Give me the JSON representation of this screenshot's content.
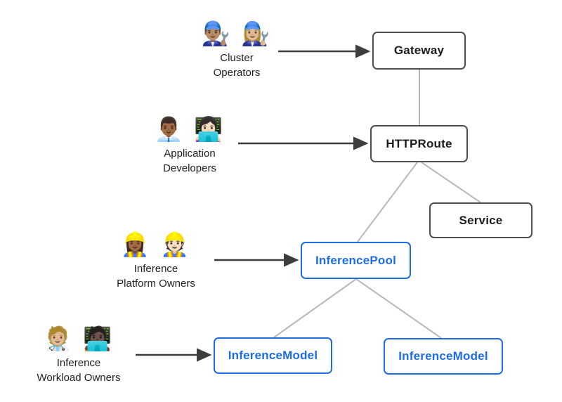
{
  "diagram": {
    "kind": "architecture-diagram",
    "colors": {
      "standard_node_border": "#4f4f4f",
      "standard_node_text": "#1c1c1c",
      "inference_node_accent": "#1c6ce8",
      "connector_line": "#b8b8b8",
      "actor_arrow": "#3d3d3d",
      "background": "#ffffff"
    }
  },
  "actors": [
    {
      "id": "cluster-operators",
      "emojis": "👨🏽‍🔧 👩🏼‍🔧",
      "emoji_names": "man-mechanic-icon woman-mechanic-icon",
      "label_line1": "Cluster",
      "label_line2": "Operators"
    },
    {
      "id": "application-developers",
      "emojis": "👨🏾‍💼 👩🏻‍💻",
      "emoji_names": "man-office-worker-icon woman-technologist-icon",
      "label_line1": "Application",
      "label_line2": "Developers"
    },
    {
      "id": "inference-platform-owners",
      "emojis": "👷🏾‍♀️ 👷🏻",
      "emoji_names": "woman-construction-worker-icon man-construction-worker-icon",
      "label_line1": "Inference",
      "label_line2": "Platform Owners"
    },
    {
      "id": "inference-workload-owners",
      "emojis": "🧑🏼‍⚕️ 🧑🏿‍💻",
      "emoji_names": "health-worker-icon technologist-icon",
      "label_line1": "Inference",
      "label_line2": "Workload Owners"
    }
  ],
  "nodes": [
    {
      "id": "gateway",
      "label": "Gateway",
      "style": "standard"
    },
    {
      "id": "httproute",
      "label": "HTTPRoute",
      "style": "standard"
    },
    {
      "id": "service",
      "label": "Service",
      "style": "standard"
    },
    {
      "id": "inferencepool",
      "label": "InferencePool",
      "style": "blue"
    },
    {
      "id": "inferencemodel-1",
      "label": "InferenceModel",
      "style": "blue"
    },
    {
      "id": "inferencemodel-2",
      "label": "InferenceModel",
      "style": "blue"
    }
  ],
  "actor_arrows": [
    {
      "from": "Cluster Operators",
      "to": "Gateway"
    },
    {
      "from": "Application Developers",
      "to": "HTTPRoute"
    },
    {
      "from": "Inference Platform Owners",
      "to": "InferencePool"
    },
    {
      "from": "Inference Workload Owners",
      "to": "InferenceModel"
    }
  ],
  "connections": [
    {
      "from": "Gateway",
      "to": "HTTPRoute"
    },
    {
      "from": "HTTPRoute",
      "to": "InferencePool"
    },
    {
      "from": "HTTPRoute",
      "to": "Service"
    },
    {
      "from": "InferencePool",
      "to": "InferenceModel (left)"
    },
    {
      "from": "InferencePool",
      "to": "InferenceModel (right)"
    }
  ]
}
